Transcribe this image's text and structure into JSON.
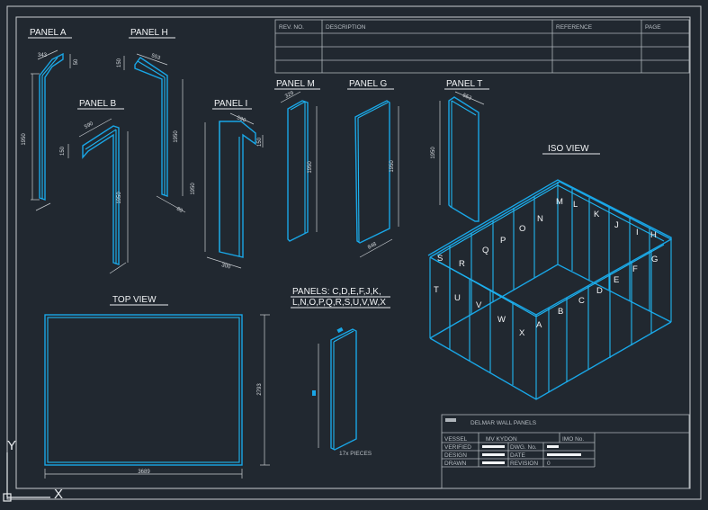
{
  "titles": {
    "panel_a": "PANEL A",
    "panel_h": "PANEL H",
    "panel_b": "PANEL B",
    "panel_i": "PANEL I",
    "panel_m": "PANEL M",
    "panel_g": "PANEL G",
    "panel_t": "PANEL T",
    "iso_view": "ISO VIEW",
    "top_view": "TOP VIEW",
    "panels_line1": "PANELS: C,D,E,F,J,K,",
    "panels_line2": "L,N,O,P,Q,R,S,U,V,W,X",
    "pieces_note": "17x PIECES"
  },
  "revision_table": {
    "headers": [
      "REV. NO.",
      "DESCRIPTION",
      "REFERENCE",
      "PAGE"
    ]
  },
  "title_block": {
    "project": "DELMAR WALL PANELS",
    "vessel_label": "VESSEL",
    "vessel_value": "MV KYDON",
    "imo_label": "IMO No.",
    "verified_label": "VERIFIED",
    "dwg_no_label": "DWG. No.",
    "design_label": "DESIGN",
    "date_label": "DATE",
    "drawn_label": "DRAWN",
    "revision_label": "REVISION",
    "revision_value": "0"
  },
  "dims": {
    "a_width": "343",
    "a_lip": "50",
    "a_height": "1950",
    "h_width": "553",
    "h_lip": "150",
    "h_height": "1950",
    "b_width": "590",
    "b_lip": "150",
    "b_height": "1950",
    "i_width": "590",
    "i_lip": "150",
    "i_height": "1950",
    "i_base": "300",
    "m_width": "329",
    "m_height": "1950",
    "g_height": "1950",
    "g_width": "848",
    "t_width": "553",
    "t_height": "1950",
    "top_width": "3689",
    "top_height": "2793",
    "h_base": "80"
  },
  "iso_labels": [
    "A",
    "B",
    "C",
    "D",
    "E",
    "F",
    "G",
    "H",
    "I",
    "J",
    "K",
    "L",
    "M",
    "N",
    "O",
    "P",
    "Q",
    "R",
    "S",
    "T",
    "U",
    "V",
    "W",
    "X"
  ],
  "axes": {
    "x": "X",
    "y": "Y"
  }
}
